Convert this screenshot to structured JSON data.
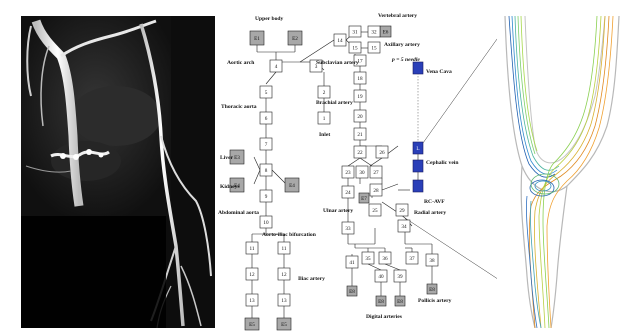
{
  "labels": {
    "upper_body": "Upper body",
    "vertebral_artery": "Vertebral artery",
    "axillary_artery": "Axillary artery",
    "aortic_arch": "Aortic arch",
    "subclavian_artery": "Subclavian artery",
    "p5_needle": "p = 5 needle",
    "vena_cava": "Vena Cava",
    "brachial_artery": "Brachial artery",
    "thoracic_aorta": "Thoracic aorta",
    "inlet": "Inlet",
    "liver": "Liver",
    "cephalic_vein": "Cephalic vein",
    "kidneys": "Kidneys",
    "rc_avf": "RC-AVF",
    "abdominal_aorta": "Abdominal aorta",
    "ulnar_artery": "Ulnar artery",
    "radial_artery": "Radial artery",
    "aorto_iliac_bifurcation": "Aorto-iliac bifurcation",
    "iliac_artery": "Iliac artery",
    "pollicis_artery": "Pollicis artery",
    "digital_arteries": "Digital arteries"
  },
  "nodes": {
    "E1": "E1",
    "E2": "E2",
    "E3": "E3",
    "E4a": "E4",
    "E4b": "E4",
    "E5a": "E5",
    "E5b": "E5",
    "E6": "E6",
    "E7": "E7",
    "E8a": "E8",
    "E8b": "E8",
    "E8c": "E8",
    "E8d": "E8",
    "n1": "1",
    "n2": "2",
    "n3": "3",
    "n4": "4",
    "n5": "5",
    "n6": "6",
    "n7": "7",
    "n8": "8",
    "n9": "9",
    "n10": "10",
    "n11a": "11",
    "n11b": "11",
    "n12a": "12",
    "n12b": "12",
    "n13a": "13",
    "n13b": "13",
    "n14": "14",
    "n15": "15",
    "n17": "17",
    "n18": "18",
    "n19": "19",
    "n20": "20",
    "n21": "21",
    "n22": "22",
    "n23": "23",
    "n24": "24",
    "n25": "25",
    "n26": "26",
    "n27": "27",
    "n28": "28",
    "n29": "29",
    "n30": "30",
    "n31": "31",
    "n32": "32",
    "n33": "33",
    "n34": "34",
    "n35": "35",
    "n36": "36",
    "n37": "37",
    "n38": "38",
    "n39": "39",
    "n40": "40",
    "n41": "41",
    "nL": "L"
  },
  "colors": {
    "vein_node": "#2a3fb8",
    "terminal_node": "#a8a8a8",
    "angiogram_bg": "#0d0d0d"
  }
}
